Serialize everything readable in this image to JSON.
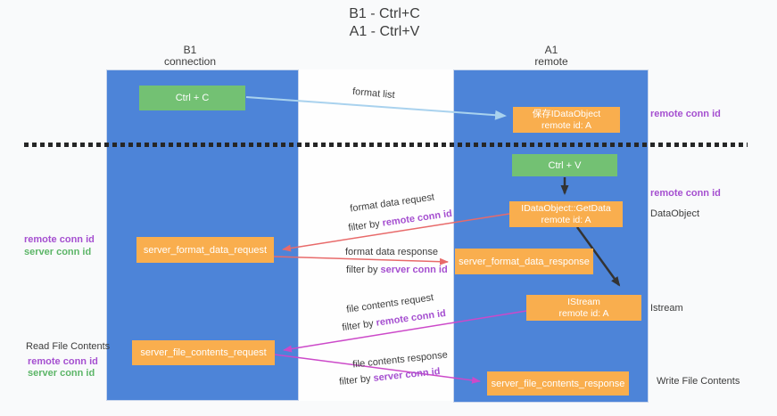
{
  "title": {
    "line1": "B1 - Ctrl+C",
    "line2": "A1 - Ctrl+V"
  },
  "lanes": {
    "left": {
      "title": "B1",
      "subtitle": "connection"
    },
    "right": {
      "title": "A1",
      "subtitle": "remote"
    }
  },
  "nodes": {
    "ctrl_c": {
      "label": "Ctrl + C"
    },
    "ctrl_v": {
      "label": "Ctrl + V"
    },
    "save_dataobject": {
      "line1": "保存IDataObject",
      "line2": "remote id: A"
    },
    "getdata": {
      "line1": "IDataObject::GetData",
      "line2": "remote id: A"
    },
    "istream": {
      "line1": "IStream",
      "line2": "remote id: A"
    },
    "format_request": {
      "label": "server_format_data_request"
    },
    "format_response": {
      "label": "server_format_data_response"
    },
    "file_request": {
      "label": "server_file_contents_request"
    },
    "file_response": {
      "label": "server_file_contents_response"
    }
  },
  "flows": {
    "format_list": {
      "label": "format list"
    },
    "format_data_request": {
      "label": "format data request",
      "filter_prefix": "filter by",
      "filter_id": "remote conn id"
    },
    "format_data_response": {
      "label": "format data response",
      "filter_prefix": "filter by",
      "filter_id": "server conn id"
    },
    "file_contents_request": {
      "label": "file contents request",
      "filter_prefix": "filter by",
      "filter_id": "remote conn id"
    },
    "file_contents_response": {
      "label": "file contents response",
      "filter_prefix": "filter by",
      "filter_id": "server conn id"
    }
  },
  "annotations": {
    "right_remote_conn_id_1": "remote conn id",
    "right_remote_conn_id_2": "remote conn id",
    "dataobject": "DataObject",
    "istream": "Istream",
    "write_file_contents": "Write File Contents",
    "left_remote_conn_id_1": "remote conn id",
    "left_server_conn_id_1": "server conn id",
    "read_file_contents": "Read File Contents",
    "left_remote_conn_id_2": "remote conn id",
    "left_server_conn_id_2": "server conn id"
  },
  "colors": {
    "lane_blue": "#4d84d8",
    "node_orange": "#f9ae4e",
    "node_green": "#73c173",
    "arrow_blue": "#a9d2ee",
    "arrow_red": "#e86a6a",
    "arrow_magenta": "#cc49c9",
    "arrow_black": "#333333",
    "conn_id_purple": "#a54fd0",
    "conn_id_green": "#5cb567"
  }
}
